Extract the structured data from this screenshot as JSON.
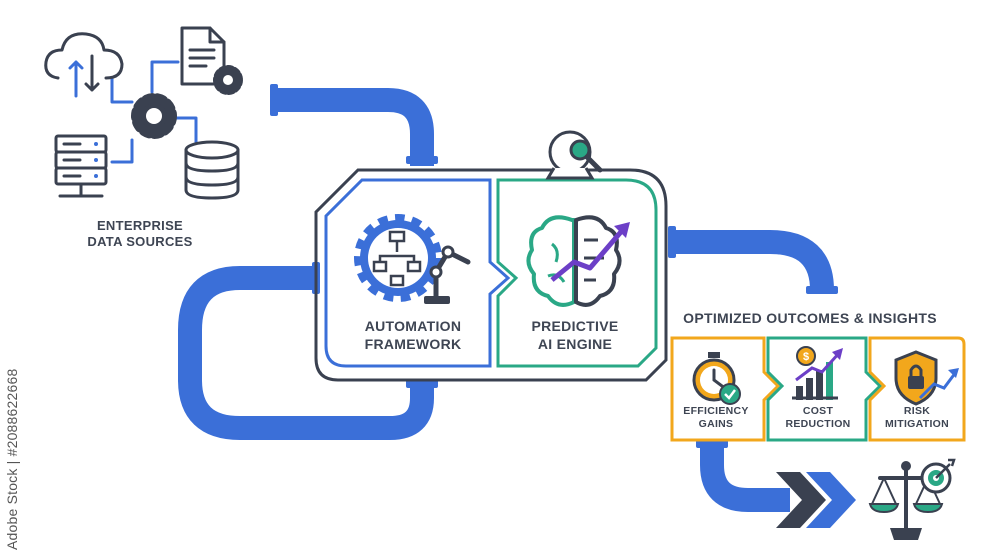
{
  "sources": {
    "label_line1": "ENTERPRISE",
    "label_line2": "DATA SOURCES",
    "icons": [
      "cloud-sync-icon",
      "document-gear-icon",
      "central-gear-icon",
      "server-icon",
      "database-icon"
    ]
  },
  "automation": {
    "label_line1": "AUTOMATION",
    "label_line2": "FRAMEWORK",
    "icon": "gear-robot-arm-icon"
  },
  "predictive": {
    "label_line1": "PREDICTIVE",
    "label_line2": "AI ENGINE",
    "icons": [
      "brain-chart-icon",
      "crystal-ball-search-icon"
    ]
  },
  "outcomes": {
    "title": "OPTIMIZED OUTCOMES & INSIGHTS",
    "cards": [
      {
        "line1": "EFFICIENCY",
        "line2": "GAINS",
        "icon": "stopwatch-check-icon"
      },
      {
        "line1": "COST",
        "line2": "REDUCTION",
        "icon": "bar-chart-dollar-icon"
      },
      {
        "line1": "RISK",
        "line2": "MITIGATION",
        "icon": "shield-lock-icon"
      }
    ]
  },
  "final": {
    "icon": "scale-target-icon"
  },
  "watermark": {
    "stock_id": "Adobe Stock | #2088622668"
  },
  "colors": {
    "pipe": "#3b6fd8",
    "frame": "#3a4150",
    "automation_accent": "#3b6fd8",
    "predictive_accent": "#2aa886",
    "outcome_accent": "#f2a71c",
    "purple": "#6c3fc7",
    "green": "#2aa886",
    "orange": "#f2a71c"
  }
}
